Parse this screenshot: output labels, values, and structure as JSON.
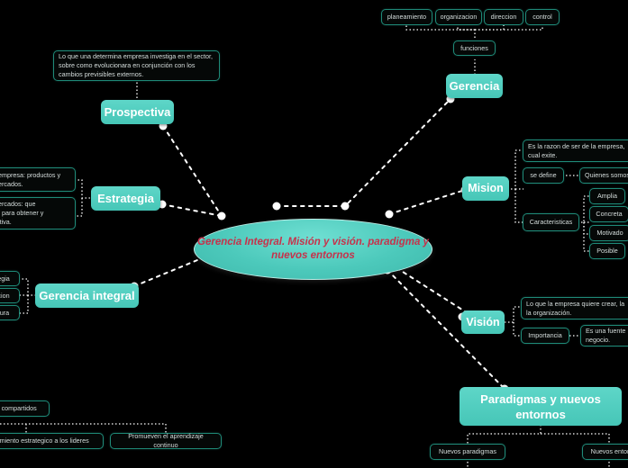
{
  "theme": {
    "background": "#000000",
    "accent_teal": "#4cc9bb",
    "node_border": "#1f8a78",
    "leaf_text": "#d6dedd",
    "center_text": "#c6324b",
    "link_color": "#ffffff"
  },
  "center": {
    "label": "Gerencia Integral. Misión y visión. paradigma y nuevos entornos"
  },
  "branches": {
    "gerencia": {
      "label": "Gerencia",
      "child": "funciones",
      "functions": [
        "planeamiento",
        "organizacion",
        "direccion",
        "control"
      ]
    },
    "mision": {
      "label": "Mision",
      "definition": "Es la razon de ser de la empresa, cual exite.",
      "se_define_label": "se define",
      "se_define_value": "Quienes somos",
      "caracteristicas_label": "Caracteristicas",
      "caracteristicas": [
        "Amplia",
        "Concreta",
        "Motivado",
        "Posible"
      ]
    },
    "vision": {
      "label": "Visión",
      "definition": "Lo que la empresa quiere crear, la\nla organización.",
      "importancia_label": "Importancia",
      "importancia_value": "Es una fuente\nnegocio."
    },
    "paradigmas": {
      "label": "Paradigmas y nuevos entornos",
      "children": [
        "Nuevos paradigmas",
        "Nuevos entor"
      ]
    },
    "prospectiva": {
      "label": "Prospectiva",
      "definition": "Lo que una determina empresa investiga en el sector, sobre como evolucionara en conjunción con los cambios previsibles externos."
    },
    "estrategia": {
      "label": "Estrategia",
      "notes": [
        "a empresa: productos y\nmercados.",
        "mercados: que\nna para obtener y\netitiva."
      ]
    },
    "gerencia_integral": {
      "label": "Gerencia integral",
      "children": [
        "egia",
        "cion",
        "tura"
      ]
    },
    "valores": {
      "shared_label": "es compartidos",
      "leaders_label": "samiento estrategico a los lideres",
      "learning_label": "Promueven el aprendizaje continuo"
    }
  }
}
